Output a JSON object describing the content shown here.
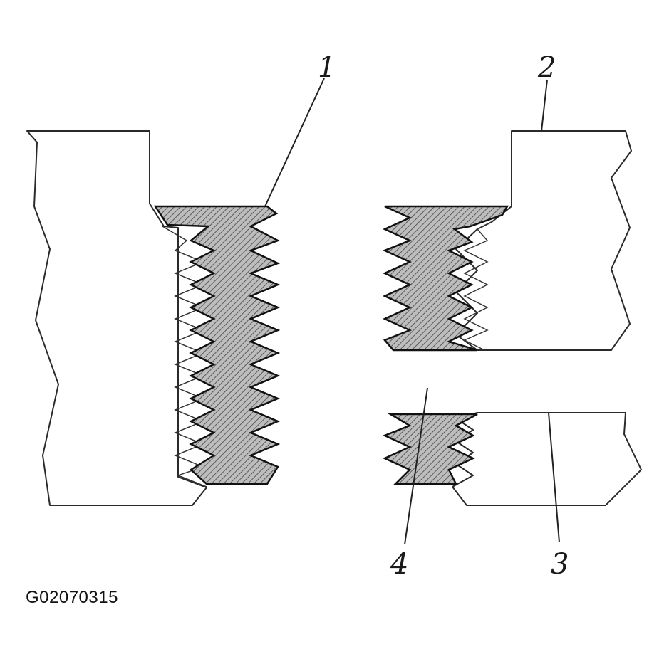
{
  "diagram": {
    "callouts": [
      {
        "id": "1",
        "label": "1"
      },
      {
        "id": "2",
        "label": "2"
      },
      {
        "id": "3",
        "label": "3"
      },
      {
        "id": "4",
        "label": "4"
      }
    ],
    "figure_code": "G02070315"
  }
}
